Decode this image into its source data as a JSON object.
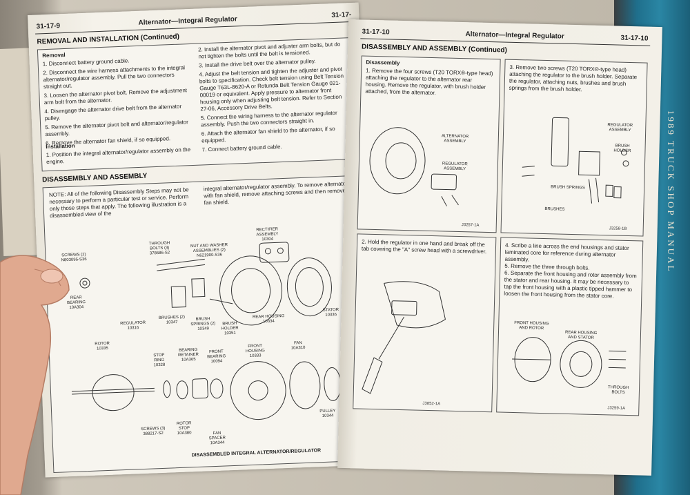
{
  "left": {
    "page_no": "31-17-9",
    "running_title": "Alternator—Integral Regulator",
    "page_no_clipped": "31-17-",
    "section1_title": "REMOVAL AND INSTALLATION (Continued)",
    "removal_heading": "Removal",
    "removal_steps": [
      "1.  Disconnect battery ground cable.",
      "2.  Disconnect the wire harness attachments to the integral alternator/regulator assembly. Pull the two connectors straight out.",
      "3.  Loosen the alternator pivot bolt. Remove the adjustment arm bolt from the alternator.",
      "4.  Disengage the alternator drive belt from the alternator pulley.",
      "5.  Remove the alternator pivot bolt and alternator/regulator assembly.",
      "6.  Remove the alternator fan shield, if so equipped."
    ],
    "installation_heading": "Installation",
    "installation_steps": [
      "1.  Position the integral alternator/regulator assembly on the engine."
    ],
    "right_col_steps": [
      "2.  Install the alternator pivot and adjuster arm bolts, but do not tighten the bolts until the belt is tensioned.",
      "3.  Install the drive belt over the alternator pulley.",
      "4.  Adjust the belt tension and tighten the adjuster and pivot bolts to specification. Check belt tension using Belt Tension Gauge T63L-8620-A or Rotunda Belt Tension Gauge 021-00019 or equivalent. Apply pressure to alternator front housing only when adjusting belt tension. Refer to Section 27-06, Accessory Drive Belts.",
      "5.  Connect the wiring harness to the alternator regulator assembly. Push the two connectors straight in.",
      "6.  Attach the alternator fan shield to the alternator, if so equipped.",
      "7.  Connect battery ground cable."
    ],
    "section2_title": "DISASSEMBLY AND ASSEMBLY",
    "note": "NOTE: All of the following Disassembly Steps may not be necessary to perform a particular test or service. Perform only those steps that apply. The following illustration is a disassembled view of the",
    "note_cont": "integral alternator/regulator assembly. To remove alternators with fan shield, remove attaching screws and then remove fan shield.",
    "labels": {
      "rectifier": "RECTIFIER\nASSEMBLY\n10304",
      "through_bolts": "THROUGH\nBOLTS (3)\n378686-S2",
      "nut_washer": "NUT AND WASHER\nASSEMBLIES (2)\nN621900-S36",
      "screws2": "SCREWS (2)\nN803095-S36",
      "rear_bearing": "REAR\nBEARING\n10A304",
      "regulator": "REGULATOR\n10316",
      "brushes": "BRUSHES (2)\n10347",
      "brush_springs": "BRUSH\nSPRINGS (2)\n10349",
      "brush_holder": "BRUSH\nHOLDER\n10351",
      "rear_housing": "REAR HOUSING\n10334",
      "stator": "STATOR\n10336",
      "rotor": "ROTOR\n10335",
      "stop_ring": "STOP\nRING\n10328",
      "bearing_retainer": "BEARING\nRETAINER\n10A365",
      "front_bearing": "FRONT\nBEARING\n10094",
      "front_housing": "FRONT\nHOUSING\n10333",
      "fan": "FAN\n10A310",
      "screws3": "SCREWS (3)\n388217-S2",
      "rotor_stop": "ROTOR\nSTOP\n10A380",
      "fan_spacer": "FAN\nSPACER\n10A344",
      "pulley": "PULLEY\n10344"
    },
    "diagram_caption": "DISASSEMBLED INTEGRAL ALTERNATOR/REGULATOR"
  },
  "right": {
    "page_no_left": "31-17-10",
    "running_title": "Alternator—Integral Regulator",
    "page_no_right": "31-17-10",
    "section_title": "DISASSEMBLY AND ASSEMBLY (Continued)",
    "box1_heading": "Disassembly",
    "box1_text": "1.  Remove the four screws (T20 TORX®-type head) attaching the regulator to the alternator rear housing. Remove the regulator, with brush holder attached, from the alternator.",
    "box1_labels": [
      "ALTERNATOR\nASSEMBLY",
      "REGULATOR\nASSEMBLY"
    ],
    "box1_fig": "J3257-1A",
    "box2_text": "3.  Remove two screws (T20 TORX®-type head) attaching the regulator to the brush holder. Separate the regulator, attaching nuts, brushes and brush springs from the brush holder.",
    "box2_labels": [
      "REGULATOR\nASSEMBLY",
      "BRUSH\nHOLDER",
      "BRUSH SPRINGS",
      "BRUSHES"
    ],
    "box2_fig": "J3258-1B",
    "box3_text": "2.  Hold the regulator in one hand and break off the tab covering the \"A\" screw head with a screwdriver.",
    "box3_fig": "J3852-1A",
    "box4_text": "4.  Scribe a line across the end housings and stator laminated core for reference during alternator assembly.\n5.  Remove the three through bolts.\n6.  Separate the front housing and rotor assembly from the stator and rear housing. It may be necessary to tap the front housing with a plastic tipped hammer to loosen the front housing from the stator core.",
    "box4_labels": [
      "FRONT HOUSING\nAND ROTOR",
      "REAR HOUSING\nAND STATOR",
      "THROUGH\nBOLTS"
    ],
    "box4_fig": "J3259-1A"
  },
  "background": {
    "spine_text": "1989 TRUCK SHOP MANUAL"
  },
  "colors": {
    "paper": "#f2efe7",
    "ink": "#222222",
    "book_blue": "#2a86a4",
    "skin": "#e0a98f"
  }
}
